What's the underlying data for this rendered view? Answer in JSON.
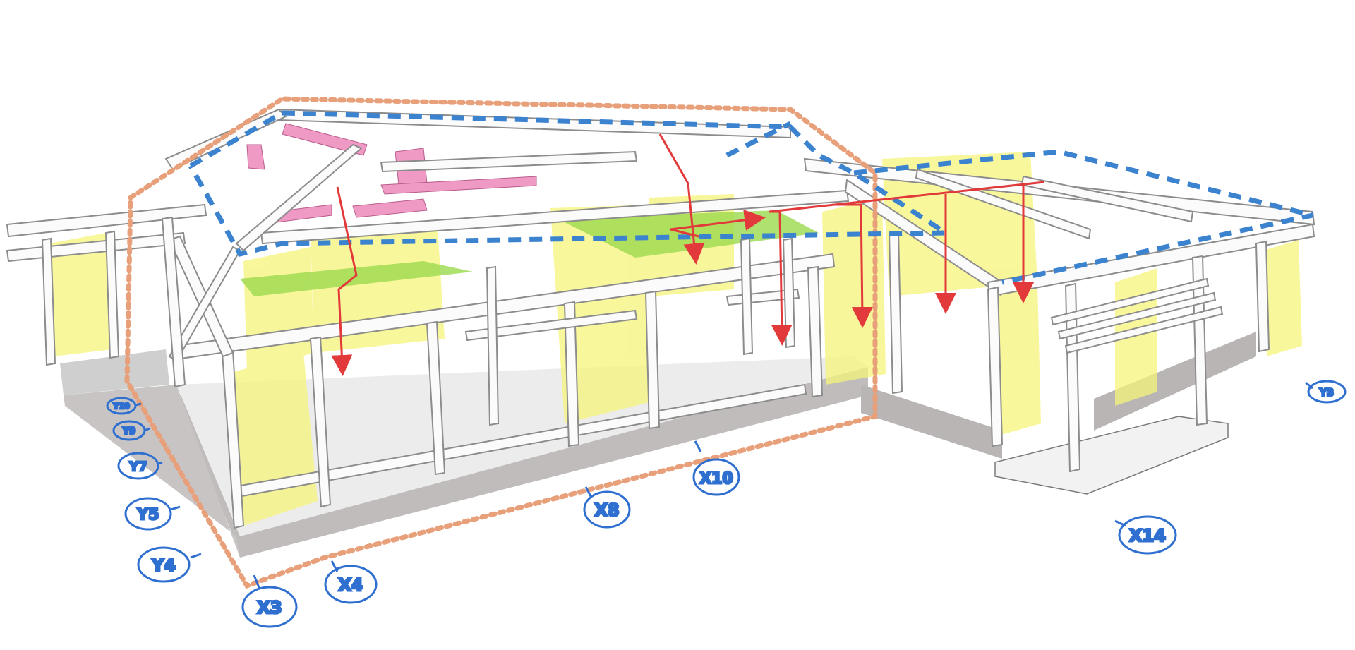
{
  "colors": {
    "frame": "#9a9a9a",
    "frame_fill": "#f4f4f4",
    "foundation": "#b9b5b5",
    "floor": "#ececec",
    "wall_infill": "#f6f47a",
    "floor_diaphragm": "#9bd94e",
    "roof_members": "#ef9ac4",
    "load_path": "#e23a3a",
    "roof_boundary": "#3b82cf",
    "ground_boundary": "#e8a07a",
    "grid_bubble": "#2f6fd0"
  },
  "grid_labels": {
    "x3": "X3",
    "x4": "X4",
    "x8": "X8",
    "x10": "X10",
    "x14": "X14",
    "y4": "Y4",
    "y5": "Y5",
    "y7": "Y7",
    "y9": "Y9",
    "y10": "Y10",
    "y3": "Y3"
  }
}
